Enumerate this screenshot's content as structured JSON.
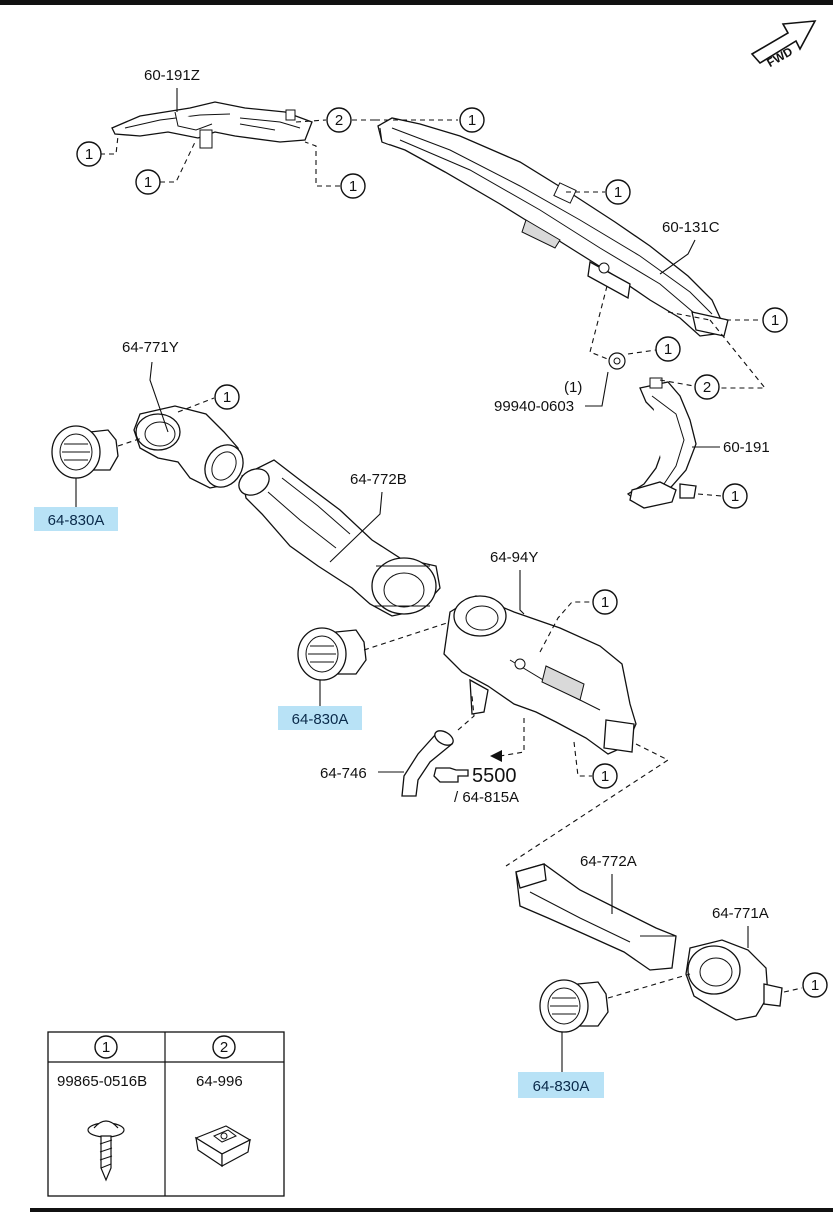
{
  "direction_indicator": "FWD",
  "callout_labels": {
    "c1": "1",
    "c2": "2"
  },
  "parts": {
    "p_60_191Z": "60-191Z",
    "p_60_131C": "60-131C",
    "p_60_191": "60-191",
    "p_99940_0603_qty": "(1)",
    "p_99940_0603": "99940-0603",
    "p_64_771Y": "64-771Y",
    "p_64_772B": "64-772B",
    "p_64_94Y": "64-94Y",
    "p_64_746": "64-746",
    "p_64_772A": "64-772A",
    "p_64_771A": "64-771A",
    "p_64_830A": "64-830A"
  },
  "reference": {
    "page": "5500",
    "sub": "/ 64-815A"
  },
  "highlight_color": "#b8e2f6",
  "legend": {
    "columns": [
      {
        "callout": "1",
        "part_no": "99865-0516B",
        "icon": "screw-icon"
      },
      {
        "callout": "2",
        "part_no": "64-996",
        "icon": "clip-nut-icon"
      }
    ]
  }
}
